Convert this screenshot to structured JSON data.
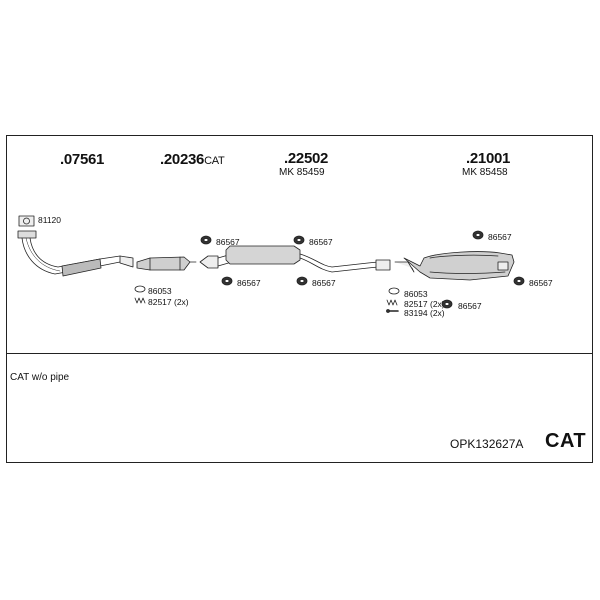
{
  "parts": [
    {
      "number": ".07561",
      "suffix": "",
      "ref": ""
    },
    {
      "number": ".20236",
      "suffix": "CAT",
      "ref": ""
    },
    {
      "number": ".22502",
      "suffix": "",
      "ref": "MK 85459"
    },
    {
      "number": ".21001",
      "suffix": "",
      "ref": "MK 85458"
    }
  ],
  "labels": {
    "gasket_top": "81120",
    "ring_left": "86053",
    "spring_left": "82517 (2x)",
    "hanger_a": "86567",
    "hanger_b": "86567",
    "hanger_c": "86567",
    "hanger_d": "86567",
    "hanger_e": "86567",
    "hanger_f": "86567",
    "hanger_g": "86567",
    "ring_right": "86053",
    "spring_right": "82517 (2x)",
    "bolt_right": "83194 (2x)"
  },
  "note": "CAT w/o pipe",
  "kit_code": "OPK132627A",
  "category": "CAT"
}
